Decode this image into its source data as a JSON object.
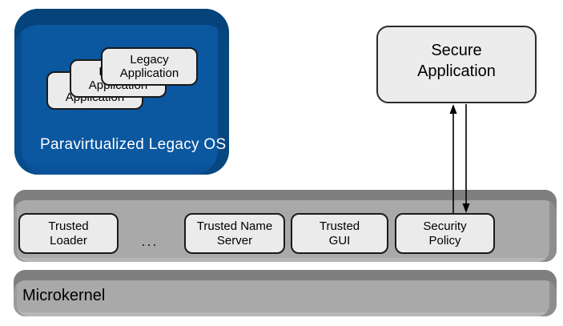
{
  "legacy_os": {
    "label": "Paravirtualized Legacy OS",
    "applications": [
      {
        "label": "Legacy Application"
      },
      {
        "label": "Legacy Application"
      },
      {
        "label": "Legacy Application"
      }
    ]
  },
  "secure_application": {
    "label": "Secure Application"
  },
  "trusted_layer": {
    "ellipsis": "...",
    "components": [
      {
        "label": "Trusted Loader"
      },
      {
        "label": "Trusted Name Server"
      },
      {
        "label": "Trusted GUI"
      },
      {
        "label": "Security Policy"
      }
    ]
  },
  "microkernel": {
    "label": "Microkernel"
  },
  "colors": {
    "legacy_os_fill": "#0B57A0",
    "legacy_os_bevel": "#06437A",
    "layer_fill": "#A9A9A9",
    "layer_bevel": "#7F7F7F",
    "component_fill": "#EBEBEB",
    "arrow": "#000000"
  }
}
